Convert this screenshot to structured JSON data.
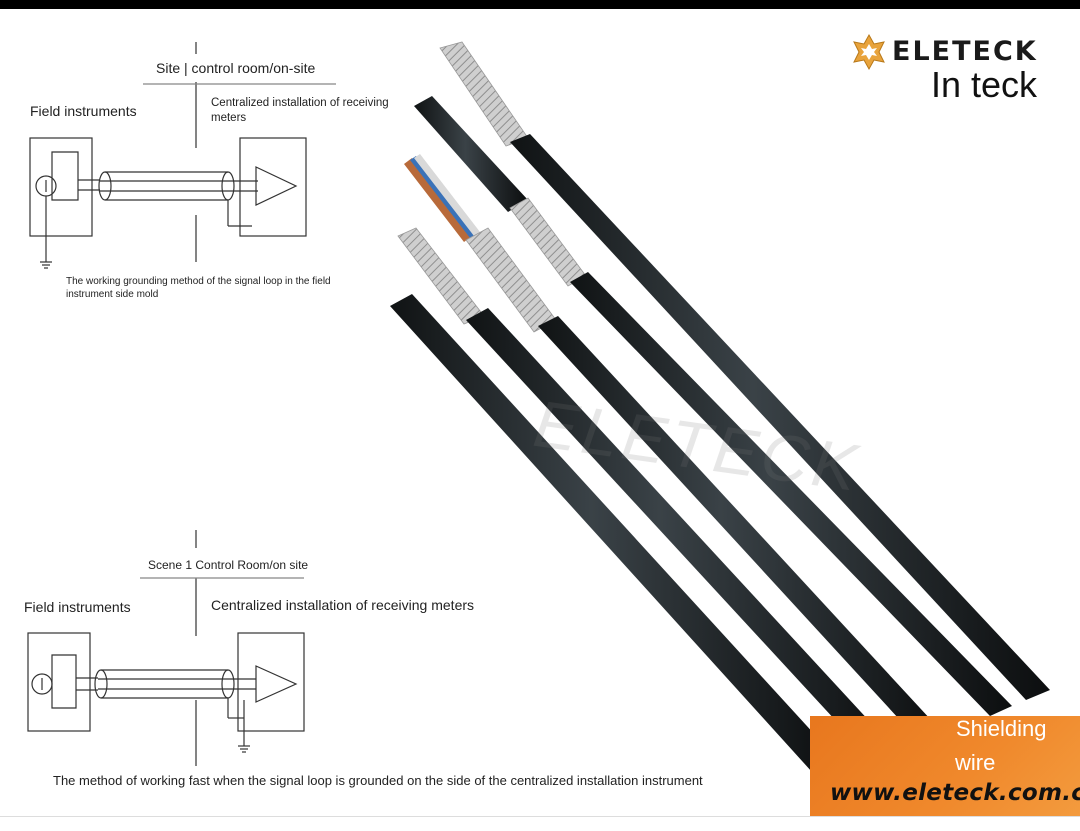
{
  "brand": {
    "name": "ELETECK",
    "subtitle": "In teck",
    "accent": "#E8A33C"
  },
  "diagram_top": {
    "header": "Site | control room/on-site",
    "left_label": "Field instruments",
    "right_label": "Centralized installation of receiving meters",
    "caption": "The working grounding method of the signal loop in the field instrument side mold"
  },
  "diagram_bottom": {
    "header": "Scene 1 Control Room/on site",
    "left_label": "Field instruments",
    "right_label": "Centralized installation of receiving meters",
    "caption": "The method of working fast when the signal loop is grounded on the side of the centralized installation instrument"
  },
  "product": {
    "watermark": "ELETECK",
    "label_line1": "Shielding",
    "label_line2": "wire",
    "url": "www.eleteck.com.cn",
    "panel_color": "#EF8429",
    "cable_color": "#1E2326"
  }
}
